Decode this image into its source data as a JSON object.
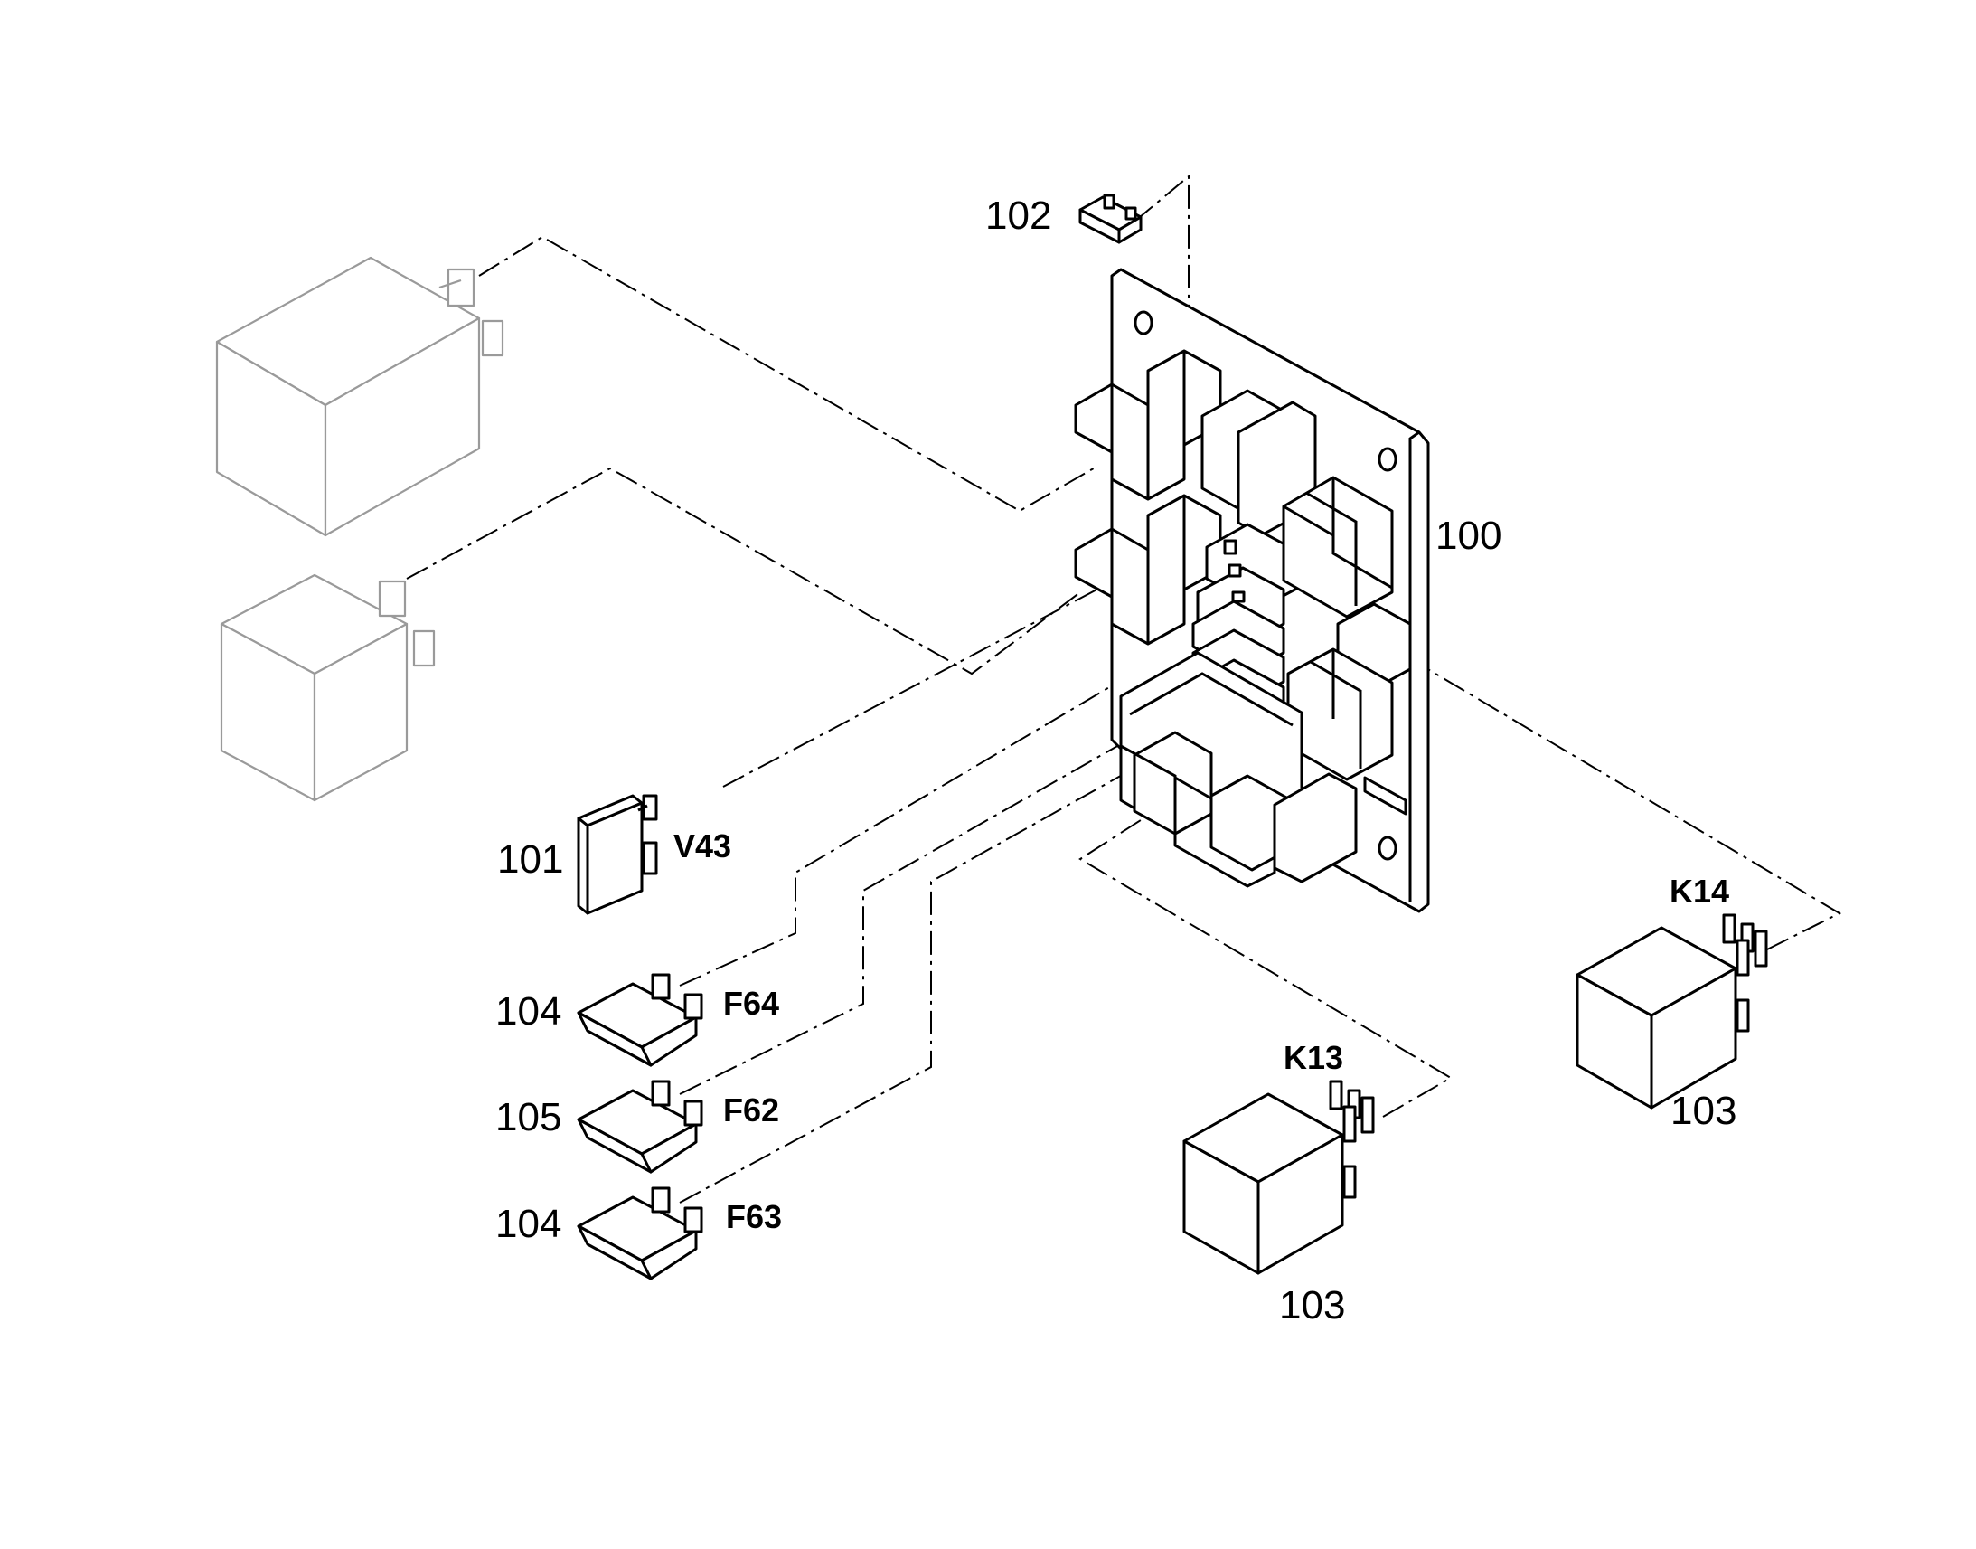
{
  "labels": {
    "item_100": "100",
    "item_101": "101",
    "item_102": "102",
    "item_103_k13": "103",
    "item_103_k14": "103",
    "item_104_f64": "104",
    "item_104_f63": "104",
    "item_105": "105"
  },
  "references": {
    "v43": "V43",
    "f64": "F64",
    "f62": "F62",
    "f63": "F63",
    "k13": "K13",
    "k14": "K14"
  },
  "colors": {
    "line": "#000000",
    "ghost_line": "#9a9a9a",
    "background": "#ffffff"
  }
}
